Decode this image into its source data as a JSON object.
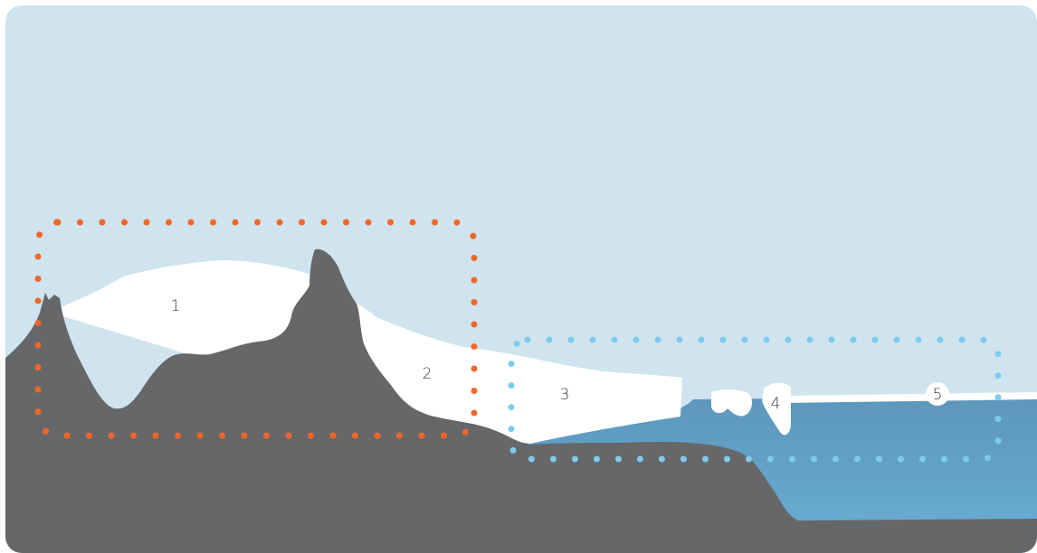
{
  "colors": {
    "sky": "#cfe4ee",
    "ice": "#ffffff",
    "rock": "#666769",
    "water_top": "#5d96bb",
    "water_bottom": "#6aafd6",
    "orange_box": "#f0672a",
    "blue_box": "#7fcbee"
  },
  "labels": {
    "one": "1",
    "two": "2",
    "three": "3",
    "four": "4",
    "five": "5"
  },
  "regions": {
    "orange_box": "dotted-outline",
    "blue_box": "dotted-outline"
  }
}
